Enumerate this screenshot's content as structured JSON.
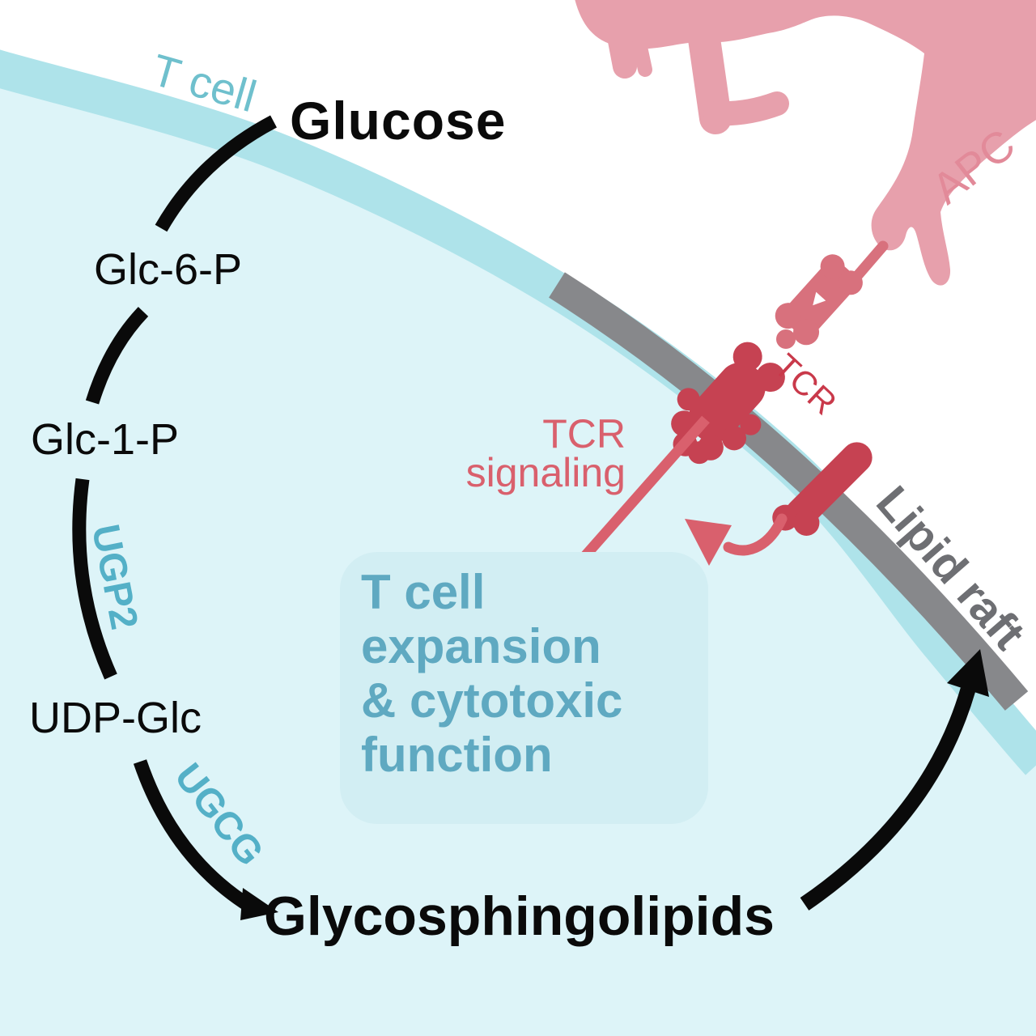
{
  "diagram": {
    "t_cell_label": "T cell",
    "apc_label": "APC",
    "lipid_raft_label": "Lipid raft",
    "tcr_receptor_label": "TCR",
    "tcr_signaling": {
      "line1": "TCR",
      "line2": "signaling"
    },
    "outcome_box": {
      "lines": [
        "T cell",
        "expansion",
        "& cytotoxic",
        "function"
      ]
    },
    "pathway": {
      "metabolites": [
        "Glucose",
        "Glc-6-P",
        "Glc-1-P",
        "UDP-Glc",
        "Glycosphingolipids"
      ],
      "enzymes": [
        "UGP2",
        "UGCG"
      ]
    }
  },
  "palette": {
    "ink": "#0a0a0a",
    "cell_interior": "#ddf4f8",
    "membrane": "#aee3ea",
    "raft": "#87888b",
    "raft_text": "#6e6f73",
    "apc": "#e7a0ac",
    "apc_text": "#e28a99",
    "mhc": "#d8717d",
    "tcr": "#c64252",
    "tcr_text": "#c9394a",
    "signal": "#d9606d",
    "teal_label": "#6fc0cd",
    "enzyme": "#54b0c7",
    "box_fill": "#d2eef3",
    "box_text": "#5fa9c1"
  }
}
